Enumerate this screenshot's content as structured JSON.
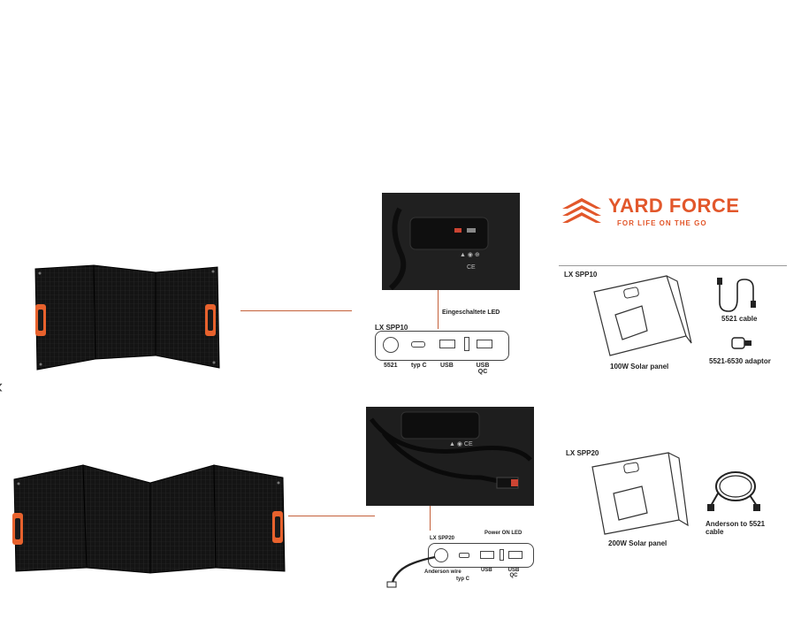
{
  "brand": {
    "name": "YARD FORCE",
    "tagline": "FOR LIFE ON THE GO",
    "color": "#e2572b"
  },
  "nav": {
    "prev_icon": "chevron-left-icon",
    "prev_glyph": "‹"
  },
  "spp10": {
    "model": "LX SPP10",
    "led_label": "Eingeschaltete LED",
    "ports": [
      "5521",
      "typ C",
      "USB",
      "USB QC"
    ],
    "panel_caption": "100W Solar panel",
    "cable_caption": "5521 cable",
    "adaptor_caption": "5521-6530 adaptor"
  },
  "spp20": {
    "model": "LX SPP20",
    "led_label": "Power ON LED",
    "ports": [
      "Anderson wire",
      "typ C",
      "USB",
      "USB QC"
    ],
    "panel_caption": "200W Solar panel",
    "cable_caption": "Anderson to 5521 cable"
  },
  "colors": {
    "accent": "#e2572b",
    "panel": "#1a1a1a",
    "handle": "#e8622d"
  }
}
